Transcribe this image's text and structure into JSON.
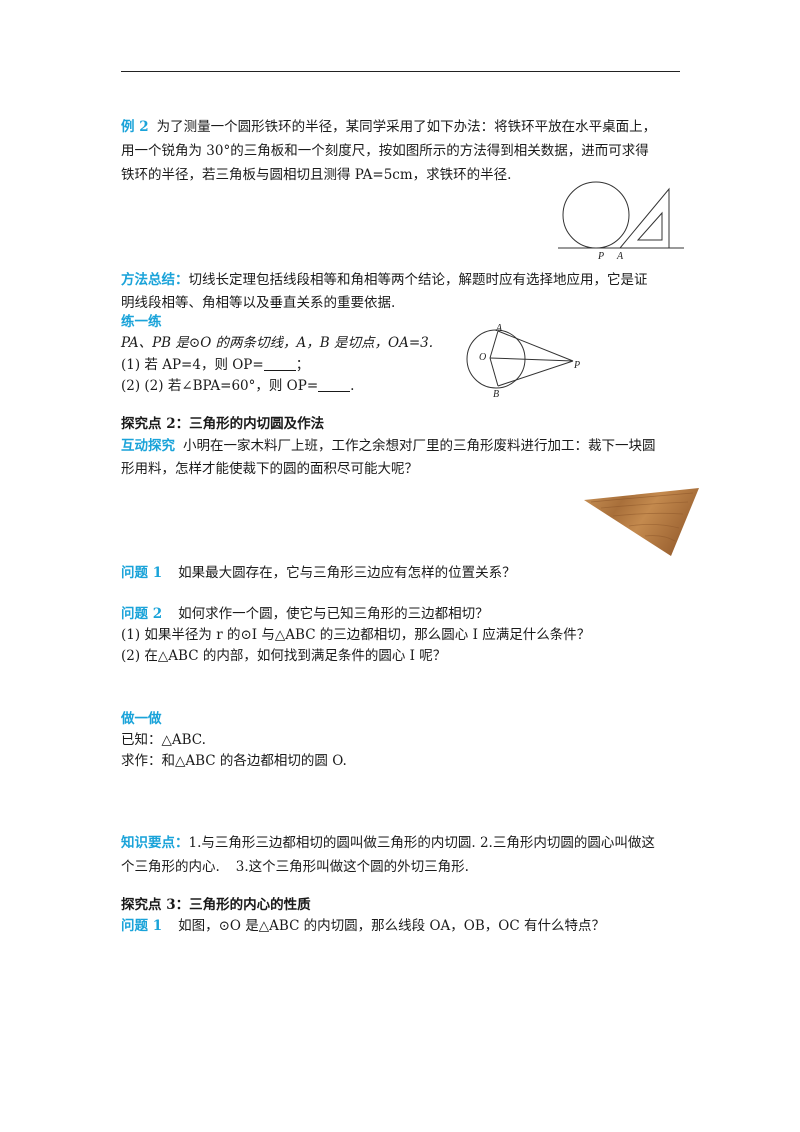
{
  "example2": {
    "label": "例 2",
    "lines": [
      "为了测量一个圆形铁环的半径，某同学采用了如下办法：将铁环平放在水平桌面上，",
      "用一个锐角为 30°的三角板和一个刻度尺，按如图所示的方法得到相关数据，进而可求得",
      "铁环的半径，若三角板与圆相切且测得 PA=5cm，求铁环的半径."
    ],
    "fig_labels": {
      "p": "P",
      "a": "A"
    }
  },
  "method": {
    "label": "方法总结：",
    "lines": [
      "切线长定理包括线段相等和角相等两个结论，解题时应有选择地应用，它是证",
      "明线段相等、角相等以及垂直关系的重要依据."
    ]
  },
  "practice": {
    "title": "练一练",
    "line1": "PA、PB 是⊙O 的两条切线，A，B 是切点，OA=3.",
    "q1_prefix": "(1)  若 AP=4，则 OP=",
    "q1_suffix": "；",
    "q2_prefix": "(2) (2)  若∠BPA=60°，则 OP=",
    "q2_suffix": ".",
    "fig_labels": {
      "a": "A",
      "o": "O",
      "b": "B",
      "p": "P"
    }
  },
  "explore2": {
    "title": "探究点 2：三角形的内切圆及作法",
    "interact_label": "互动探究",
    "interact_lines": [
      "小明在一家木料厂上班，工作之余想对厂里的三角形废料进行加工：裁下一块圆",
      "形用料，怎样才能使裁下的圆的面积尽可能大呢？"
    ],
    "q1_label": "问题 1",
    "q1_text": "如果最大圆存在，它与三角形三边应有怎样的位置关系？",
    "q2_label": "问题 2",
    "q2_text": "如何求作一个圆，使它与已知三角形的三边都相切？",
    "q2_sub1": "(1)  如果半径为 r 的⊙I 与△ABC 的三边都相切，那么圆心 I 应满足什么条件？",
    "q2_sub2": "(2)  在△ABC 的内部，如何找到满足条件的圆心 I 呢？"
  },
  "doit": {
    "title": "做一做",
    "given": "已知：△ABC.",
    "construct": "求作：和△ABC 的各边都相切的圆 O."
  },
  "knowledge": {
    "label": "知识要点：",
    "line1": "1.与三角形三边都相切的圆叫做三角形的内切圆.  2.三角形内切圆的圆心叫做这",
    "line2a": "个三角形的内心.",
    "line2b": "3.这个三角形叫做这个圆的外切三角形."
  },
  "explore3": {
    "title": "探究点 3：三角形的内心的性质",
    "q1_label": "问题 1",
    "q1_text": "如图，⊙O 是△ABC 的内切圆，那么线段 OA，OB，OC 有什么特点？"
  },
  "colors": {
    "accent": "#1aa3d9",
    "wood": "#b98148",
    "text": "#1a1a1a"
  }
}
